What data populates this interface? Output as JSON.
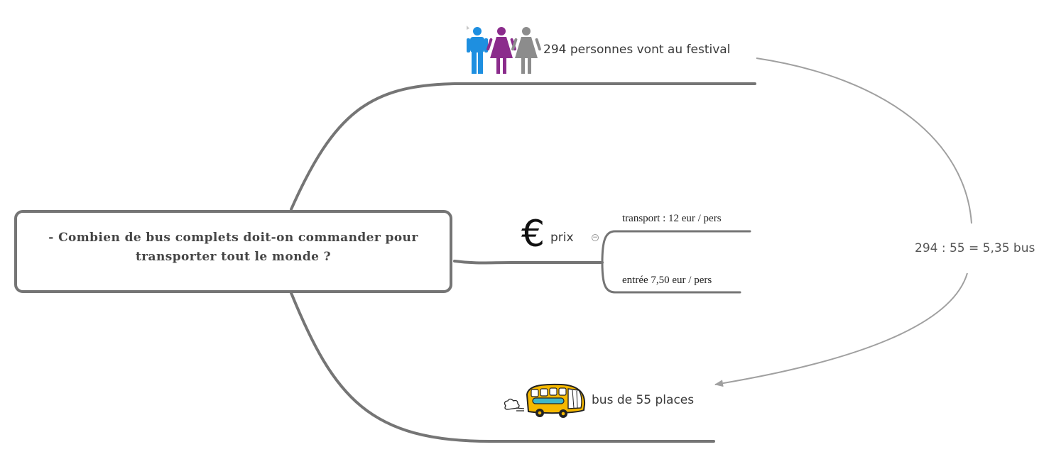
{
  "central_topic": {
    "line1": "- Combien de bus complets doit-on commander pour",
    "line2": "transporter tout le monde ?"
  },
  "branches": {
    "people": {
      "label": "294 personnes vont au festival",
      "icon": "people-icon",
      "figure_colors": [
        "#1e8fe0",
        "#8b2c8c",
        "#8c8c8c"
      ]
    },
    "price": {
      "label": "prix",
      "icon": "euro-icon",
      "symbol": "€",
      "collapse_symbol": "−",
      "children": [
        {
          "label": "transport : 12 eur / pers"
        },
        {
          "label": "entrée 7,50 eur / pers"
        }
      ]
    },
    "bus": {
      "label": "bus de 55 places",
      "icon": "bus-icon"
    }
  },
  "relationship": {
    "label": "294 : 55 = 5,35 bus"
  },
  "colors": {
    "branch_line": "#757575",
    "relationship_line": "#a0a0a0",
    "bus_body": "#f5b800",
    "bus_window": "#3fb7c8"
  }
}
